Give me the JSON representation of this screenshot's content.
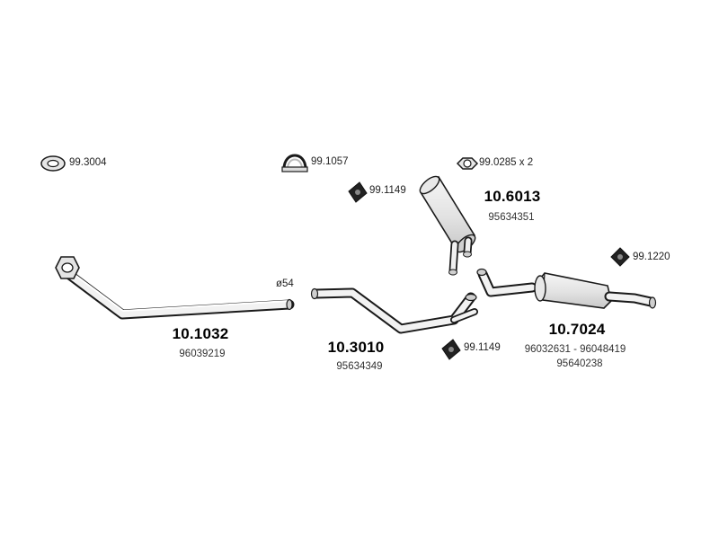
{
  "accessories": {
    "ring": "99.3004",
    "clamp": "99.1057",
    "gasket": "99.0285 x 2",
    "mount_front_box": "99.1149",
    "mount_mid_pipe": "99.1149",
    "mount_rear_box": "99.1220"
  },
  "parts": {
    "front_pipe": {
      "code": "10.1032",
      "oe": "96039219",
      "diameter": "ø54"
    },
    "middle_pipe": {
      "code": "10.3010",
      "oe": "95634349"
    },
    "front_silencer": {
      "code": "10.6013",
      "oe": "95634351"
    },
    "rear_silencer": {
      "code": "10.7024",
      "oe_line1": "96032631 - 96048419",
      "oe_line2": "95640238"
    }
  },
  "colors": {
    "stroke": "#1a1a1a",
    "fill_light": "#eeeeee",
    "fill_mid": "#d6d6d6",
    "mount_dark": "#222222"
  }
}
